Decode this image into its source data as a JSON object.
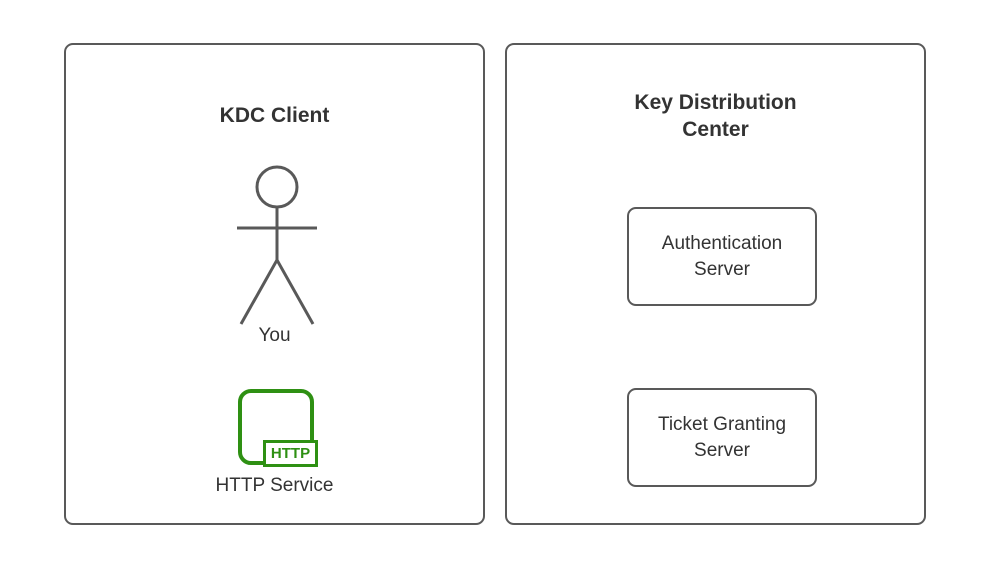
{
  "diagram": {
    "colors": {
      "background": "#ffffff",
      "stroke": "#595959",
      "text": "#333333",
      "green": "#2e9013"
    },
    "client": {
      "title": "KDC Client",
      "actor_label": "You",
      "http_badge": "HTTP",
      "service_label": "HTTP Service"
    },
    "kdc": {
      "title": "Key Distribution Center",
      "servers": [
        {
          "label": "Authentication Server"
        },
        {
          "label": "Ticket Granting Server"
        }
      ]
    }
  }
}
